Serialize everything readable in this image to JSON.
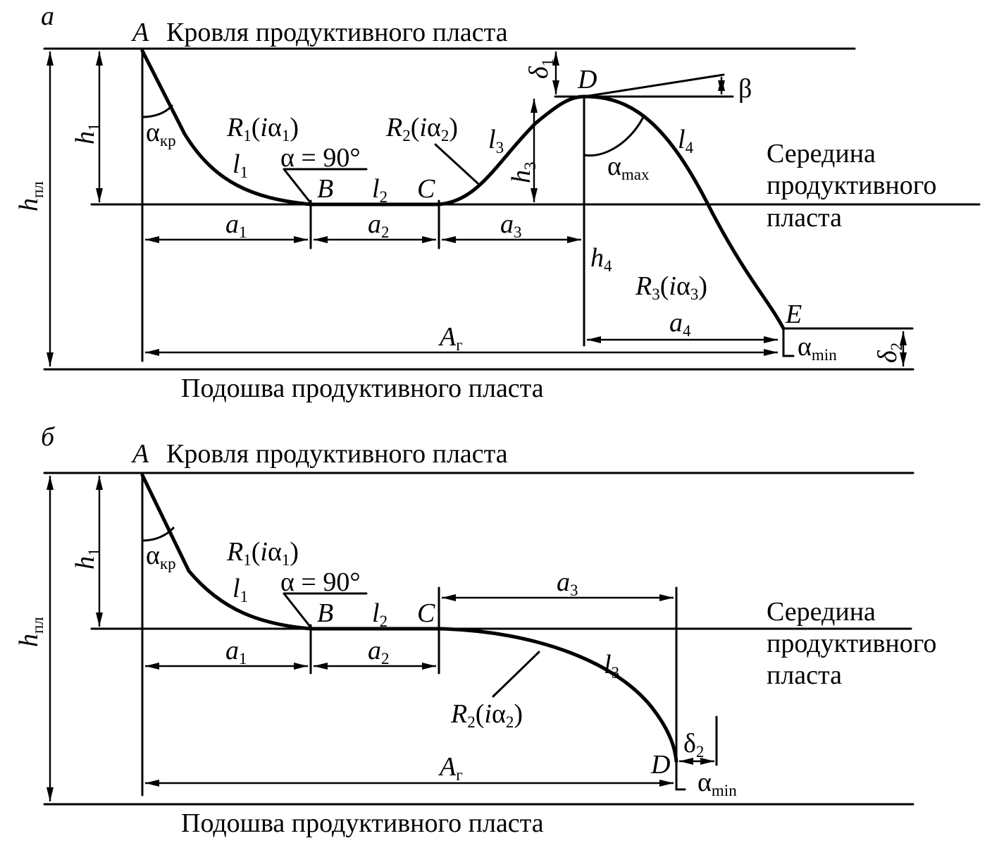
{
  "panel_a": {
    "tag": "а",
    "point_A": "A",
    "top_label": "Кровля продуктивного пласта",
    "bottom_label": "Подошва продуктивного пласта",
    "middle_label": [
      "Середина",
      "продуктивного",
      "пласта"
    ],
    "h_pl": {
      "base": "h",
      "sub": "пл"
    },
    "h1": {
      "base": "h",
      "sub": "1"
    },
    "h3": {
      "base": "h",
      "sub": "3"
    },
    "h4": {
      "base": "h",
      "sub": "4"
    },
    "alpha_kr": {
      "base": "α",
      "sub": "кр"
    },
    "alpha_max": {
      "base": "α",
      "sub": "max"
    },
    "alpha_min": {
      "base": "α",
      "sub": "min"
    },
    "alpha_90": "α = 90°",
    "R1": {
      "base": "R",
      "sub": "1",
      "arg_i": "i",
      "arg_alpha": "α",
      "arg_sub": "1"
    },
    "R2": {
      "base": "R",
      "sub": "2",
      "arg_i": "i",
      "arg_alpha": "α",
      "arg_sub": "2"
    },
    "R3": {
      "base": "R",
      "sub": "3",
      "arg_i": "i",
      "arg_alpha": "α",
      "arg_sub": "3"
    },
    "l1": {
      "base": "l",
      "sub": "1"
    },
    "l2": {
      "base": "l",
      "sub": "2"
    },
    "l3": {
      "base": "l",
      "sub": "3"
    },
    "l4": {
      "base": "l",
      "sub": "4"
    },
    "a1": {
      "base": "a",
      "sub": "1"
    },
    "a2": {
      "base": "a",
      "sub": "2"
    },
    "a3": {
      "base": "a",
      "sub": "3"
    },
    "a4": {
      "base": "a",
      "sub": "4"
    },
    "Ag": {
      "base": "A",
      "sub": "г"
    },
    "delta1": {
      "base": "δ",
      "sub": "1"
    },
    "delta2": {
      "base": "δ",
      "sub": "2"
    },
    "beta": "β",
    "point_B": "B",
    "point_C": "C",
    "point_D": "D",
    "point_E": "E"
  },
  "panel_b": {
    "tag": "б",
    "point_A": "A",
    "top_label": "Кровля продуктивного пласта",
    "bottom_label": "Подошва продуктивного пласта",
    "middle_label": [
      "Середина",
      "продуктивного",
      "пласта"
    ],
    "h_pl": {
      "base": "h",
      "sub": "пл"
    },
    "h1": {
      "base": "h",
      "sub": "1"
    },
    "alpha_kr": {
      "base": "α",
      "sub": "кр"
    },
    "alpha_min": {
      "base": "α",
      "sub": "min"
    },
    "alpha_90": "α = 90°",
    "R1": {
      "base": "R",
      "sub": "1",
      "arg_i": "i",
      "arg_alpha": "α",
      "arg_sub": "1"
    },
    "R2": {
      "base": "R",
      "sub": "2",
      "arg_i": "i",
      "arg_alpha": "α",
      "arg_sub": "2"
    },
    "l1": {
      "base": "l",
      "sub": "1"
    },
    "l2": {
      "base": "l",
      "sub": "2"
    },
    "l3": {
      "base": "l",
      "sub": "3"
    },
    "a1": {
      "base": "a",
      "sub": "1"
    },
    "a2": {
      "base": "a",
      "sub": "2"
    },
    "a3": {
      "base": "a",
      "sub": "3"
    },
    "Ag": {
      "base": "A",
      "sub": "г"
    },
    "delta2": {
      "base": "δ",
      "sub": "2"
    },
    "point_B": "B",
    "point_C": "C",
    "point_D": "D"
  }
}
